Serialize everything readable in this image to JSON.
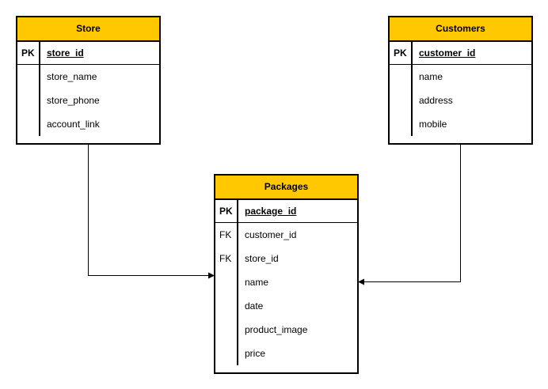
{
  "entities": {
    "store": {
      "title": "Store",
      "pk": {
        "key": "PK",
        "field": "store_id"
      },
      "fields": [
        {
          "key": "",
          "field": "store_name"
        },
        {
          "key": "",
          "field": "store_phone"
        },
        {
          "key": "",
          "field": "account_link"
        }
      ]
    },
    "customers": {
      "title": "Customers",
      "pk": {
        "key": "PK",
        "field": "customer_id"
      },
      "fields": [
        {
          "key": "",
          "field": "name"
        },
        {
          "key": "",
          "field": "address"
        },
        {
          "key": "",
          "field": "mobile"
        }
      ]
    },
    "packages": {
      "title": "Packages",
      "pk": {
        "key": "PK",
        "field": "package_id"
      },
      "fields": [
        {
          "key": "FK",
          "field": "customer_id"
        },
        {
          "key": "FK",
          "field": "store_id"
        },
        {
          "key": "",
          "field": "name"
        },
        {
          "key": "",
          "field": "date"
        },
        {
          "key": "",
          "field": "product_image"
        },
        {
          "key": "",
          "field": "price"
        }
      ]
    }
  },
  "relationships": [
    {
      "from": "Store",
      "to": "Packages"
    },
    {
      "from": "Customers",
      "to": "Packages"
    }
  ],
  "colors": {
    "header_fill": "#ffc800",
    "border": "#000000",
    "line": "#000000"
  }
}
